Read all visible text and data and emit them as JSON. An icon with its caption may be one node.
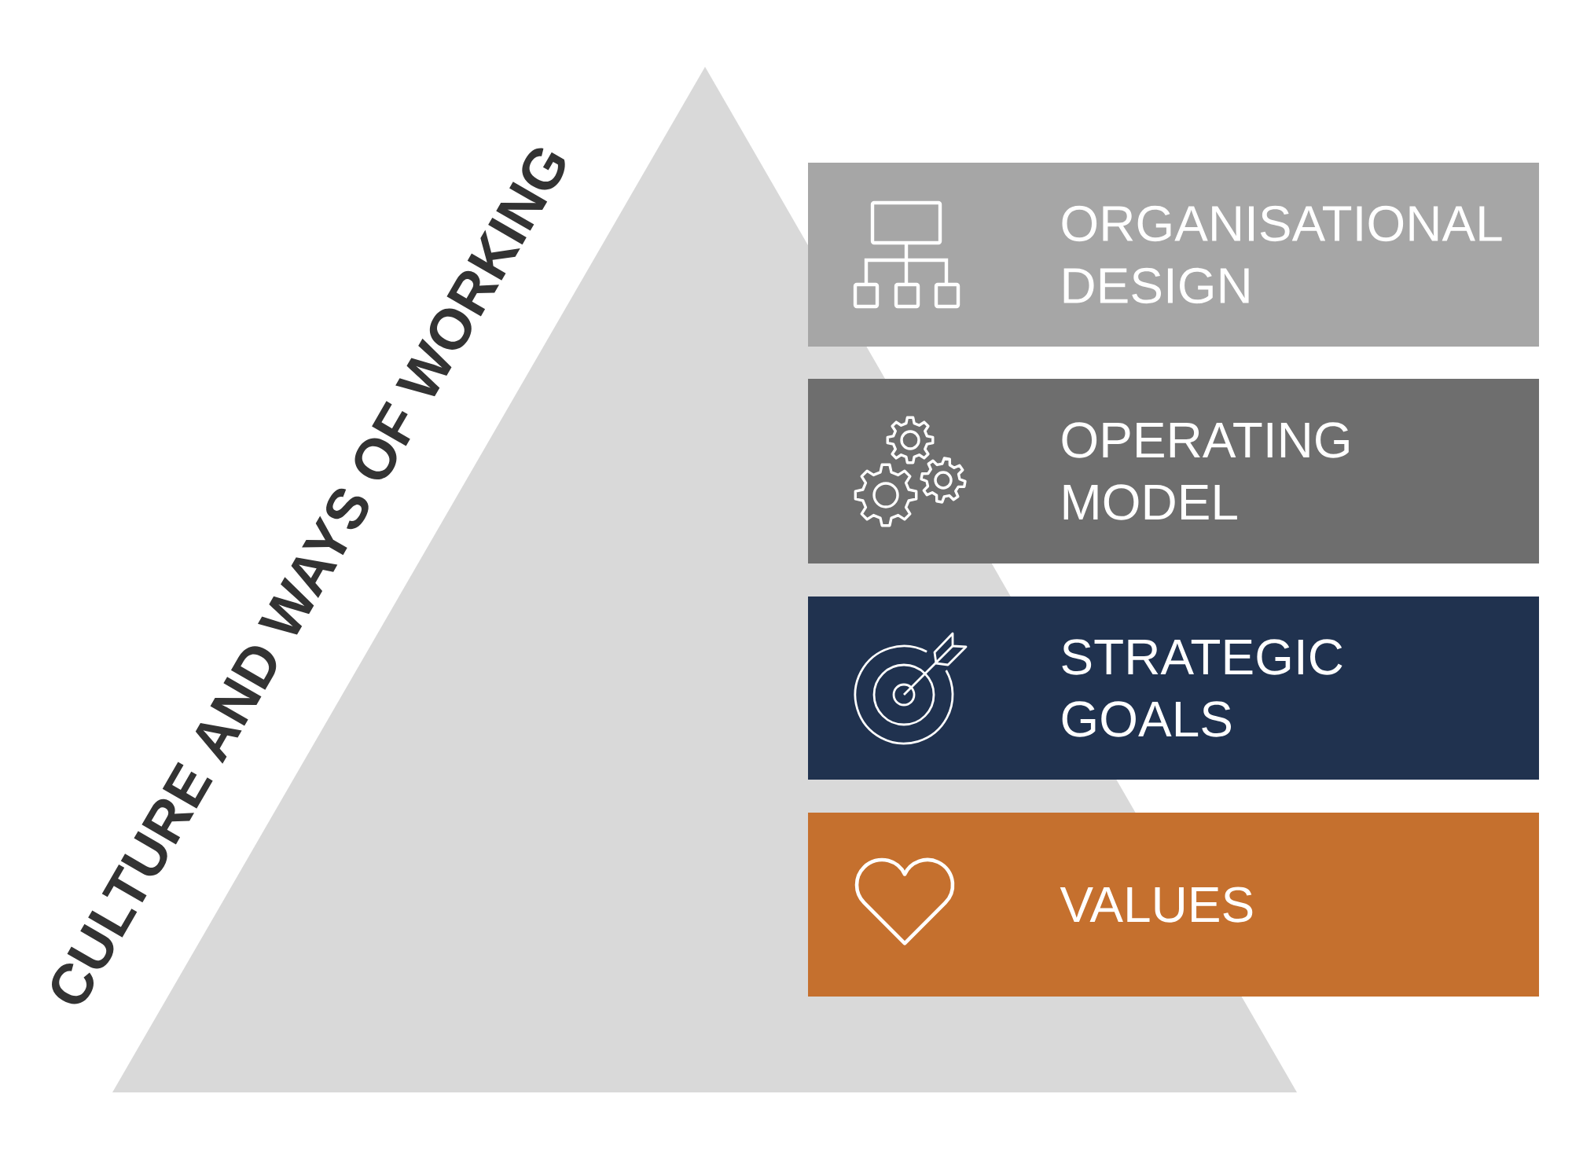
{
  "diagram": {
    "nodes": [
      {
        "text": [
          "CULTURE AND WAYS OF WORKING"
        ]
      },
      {
        "text": [
          "ORGANISATIONAL DESIGN"
        ]
      },
      {
        "text": [
          "OPERATING MODEL"
        ]
      },
      {
        "text": [
          "STRATEGIC GOALS"
        ]
      },
      {
        "text": [
          "VALUES"
        ]
      }
    ]
  }
}
